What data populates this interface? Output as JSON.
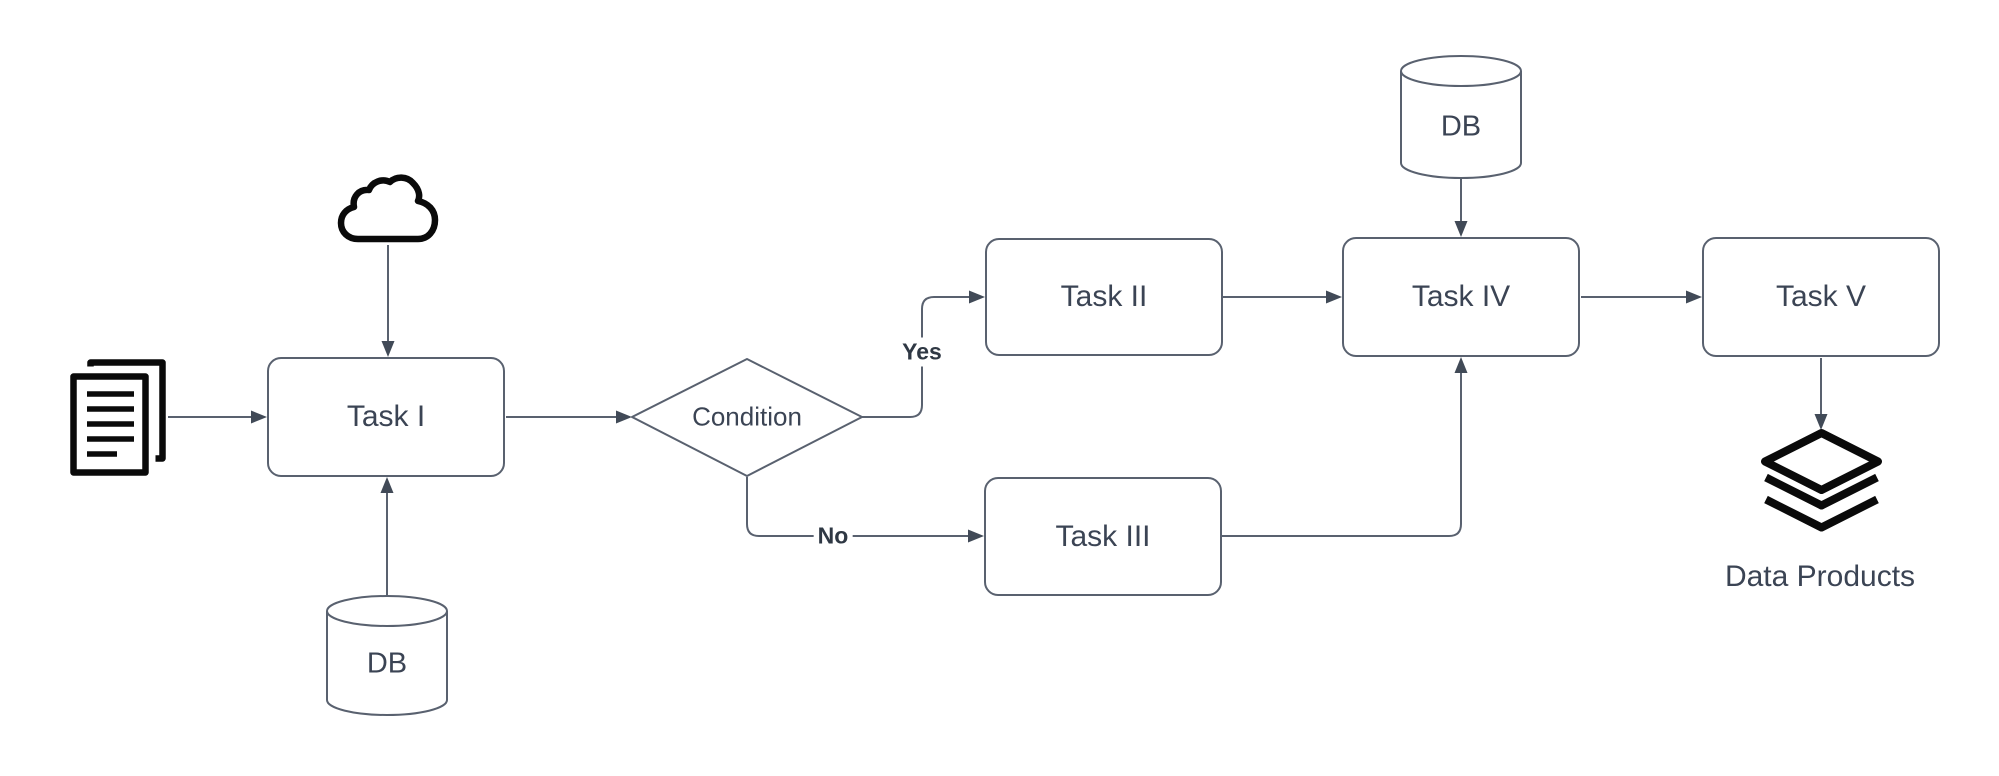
{
  "colors": {
    "background": "#ffffff",
    "node_fill": "#ffffff",
    "line": "#59616f",
    "arrow": "#414a57",
    "text": "#3b4454",
    "icon": "#0a0a0a"
  },
  "nodes": {
    "task_i": "Task I",
    "task_ii": "Task II",
    "task_iii": "Task III",
    "task_iv": "Task IV",
    "task_v": "Task V",
    "condition": "Condition",
    "db_input": "DB",
    "db_task_iv": "DB",
    "data_products_caption": "Data Products"
  },
  "edge_labels": {
    "yes": "Yes",
    "no": "No"
  },
  "edges": [
    "documents -> Task I",
    "cloud -> Task I",
    "DB (input) -> Task I",
    "Task I -> Condition",
    "Condition -Yes-> Task II",
    "Condition -No-> Task III",
    "Task II -> Task IV",
    "DB -> Task IV",
    "Task III -> Task IV",
    "Task IV -> Task V",
    "Task V -> Data Products"
  ]
}
